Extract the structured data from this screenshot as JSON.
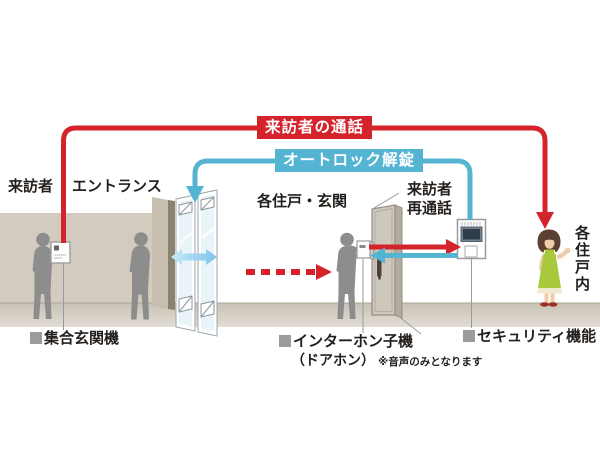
{
  "diagram": {
    "banners": {
      "visitor_call": "来訪者の通話",
      "autolock_unlock": "オートロック解錠"
    },
    "labels": {
      "visitor": "来訪者",
      "entrance": "エントランス",
      "dwelling_entrance": "各住戸・玄関",
      "visitor_recall_line1": "来訪者",
      "visitor_recall_line2": "再通話",
      "inside_dwelling": "各住戸内"
    },
    "legend": {
      "entrance_station": "集合玄関機",
      "intercom_handset": "インターホン子機",
      "intercom_handset_sub": "（ドアホン）",
      "intercom_handset_note": "※音声のみとなります",
      "security_function": "セキュリティ機能"
    },
    "colors": {
      "red": "#d5232b",
      "blue": "#56b4d3",
      "wall": "#d4cbc0",
      "ground_dark": "#c9c2b6",
      "silhouette": "#8d8d8d",
      "apron_green": "#a9c93c"
    }
  }
}
